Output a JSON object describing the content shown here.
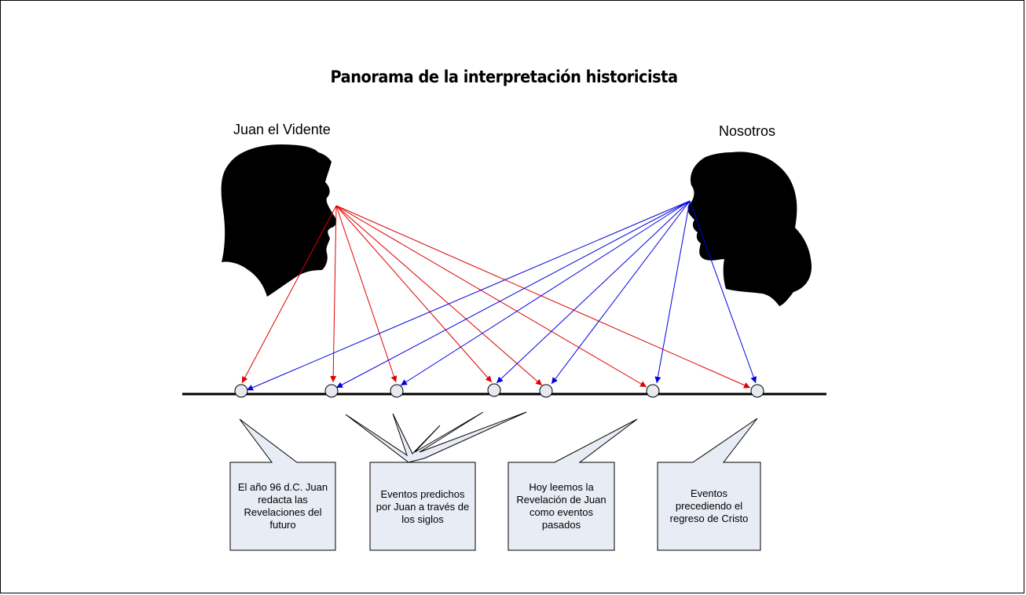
{
  "title": "Panorama de la interpretación historicista",
  "people": {
    "seer_label": "Juan el Vidente",
    "us_label": "Nosotros"
  },
  "callouts": [
    {
      "text": "El año 96 d.C. Juan redacta las Revelaciones del futuro"
    },
    {
      "text": "Eventos predichos por Juan a través de los siglos"
    },
    {
      "text": "Hoy leemos la Revelación de Juan como eventos pasados"
    },
    {
      "text": "Eventos precediendo el regreso de Cristo"
    }
  ],
  "colors": {
    "seer_arrows": "#e00000",
    "us_arrows": "#0000e0",
    "timeline": "#000000",
    "callout_fill": "#e8ecf4",
    "node_fill": "#e6e9f0"
  }
}
